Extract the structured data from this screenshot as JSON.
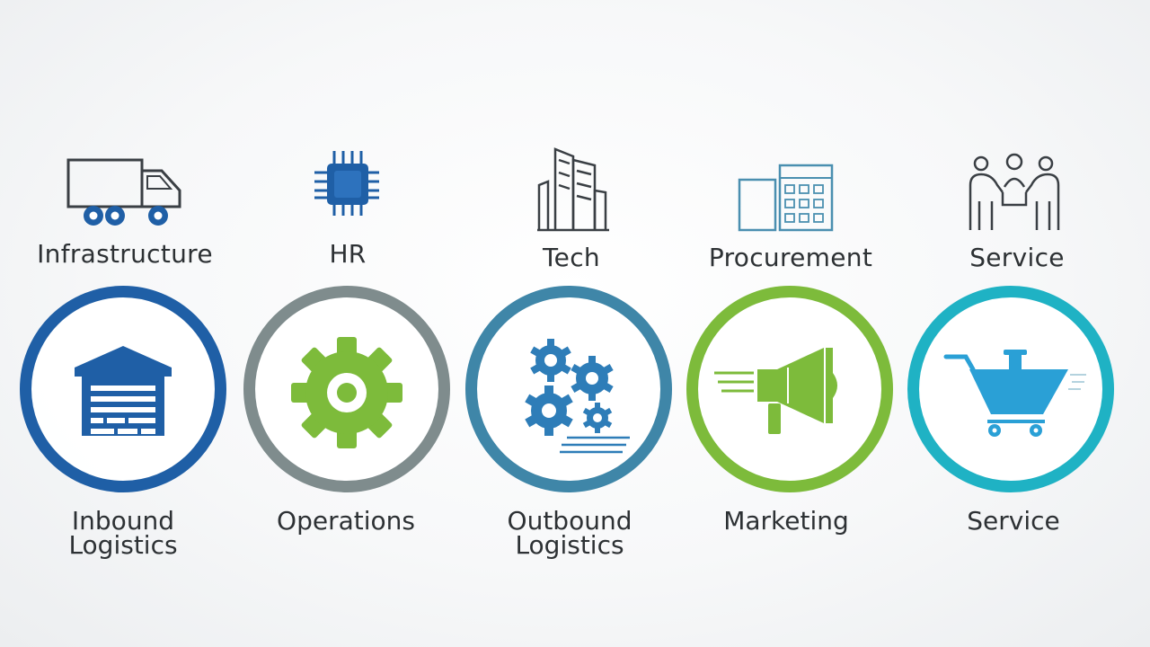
{
  "support_activities": [
    {
      "label": "Infrastructure",
      "icon": "truck-icon"
    },
    {
      "label": "HR",
      "icon": "chip-icon"
    },
    {
      "label": "Tech",
      "icon": "buildings-icon"
    },
    {
      "label": "Procurement",
      "icon": "calculator-icon"
    },
    {
      "label": "Service",
      "icon": "people-icon"
    }
  ],
  "primary_activities": [
    {
      "line1": "Inbound",
      "line2": "Logistics",
      "icon": "warehouse-icon",
      "color": "#1f5fa6"
    },
    {
      "line1": "Operations",
      "line2": "",
      "icon": "gear-icon",
      "color": "#7f8c8d"
    },
    {
      "line1": "Outbound",
      "line2": "Logistics",
      "icon": "gears-icon",
      "color": "#3f86a8"
    },
    {
      "line1": "Marketing",
      "line2": "",
      "icon": "megaphone-icon",
      "color": "#7dbb3b"
    },
    {
      "line1": "Service",
      "line2": "",
      "icon": "shopping-cart-icon",
      "color": "#1fb2c4"
    }
  ]
}
